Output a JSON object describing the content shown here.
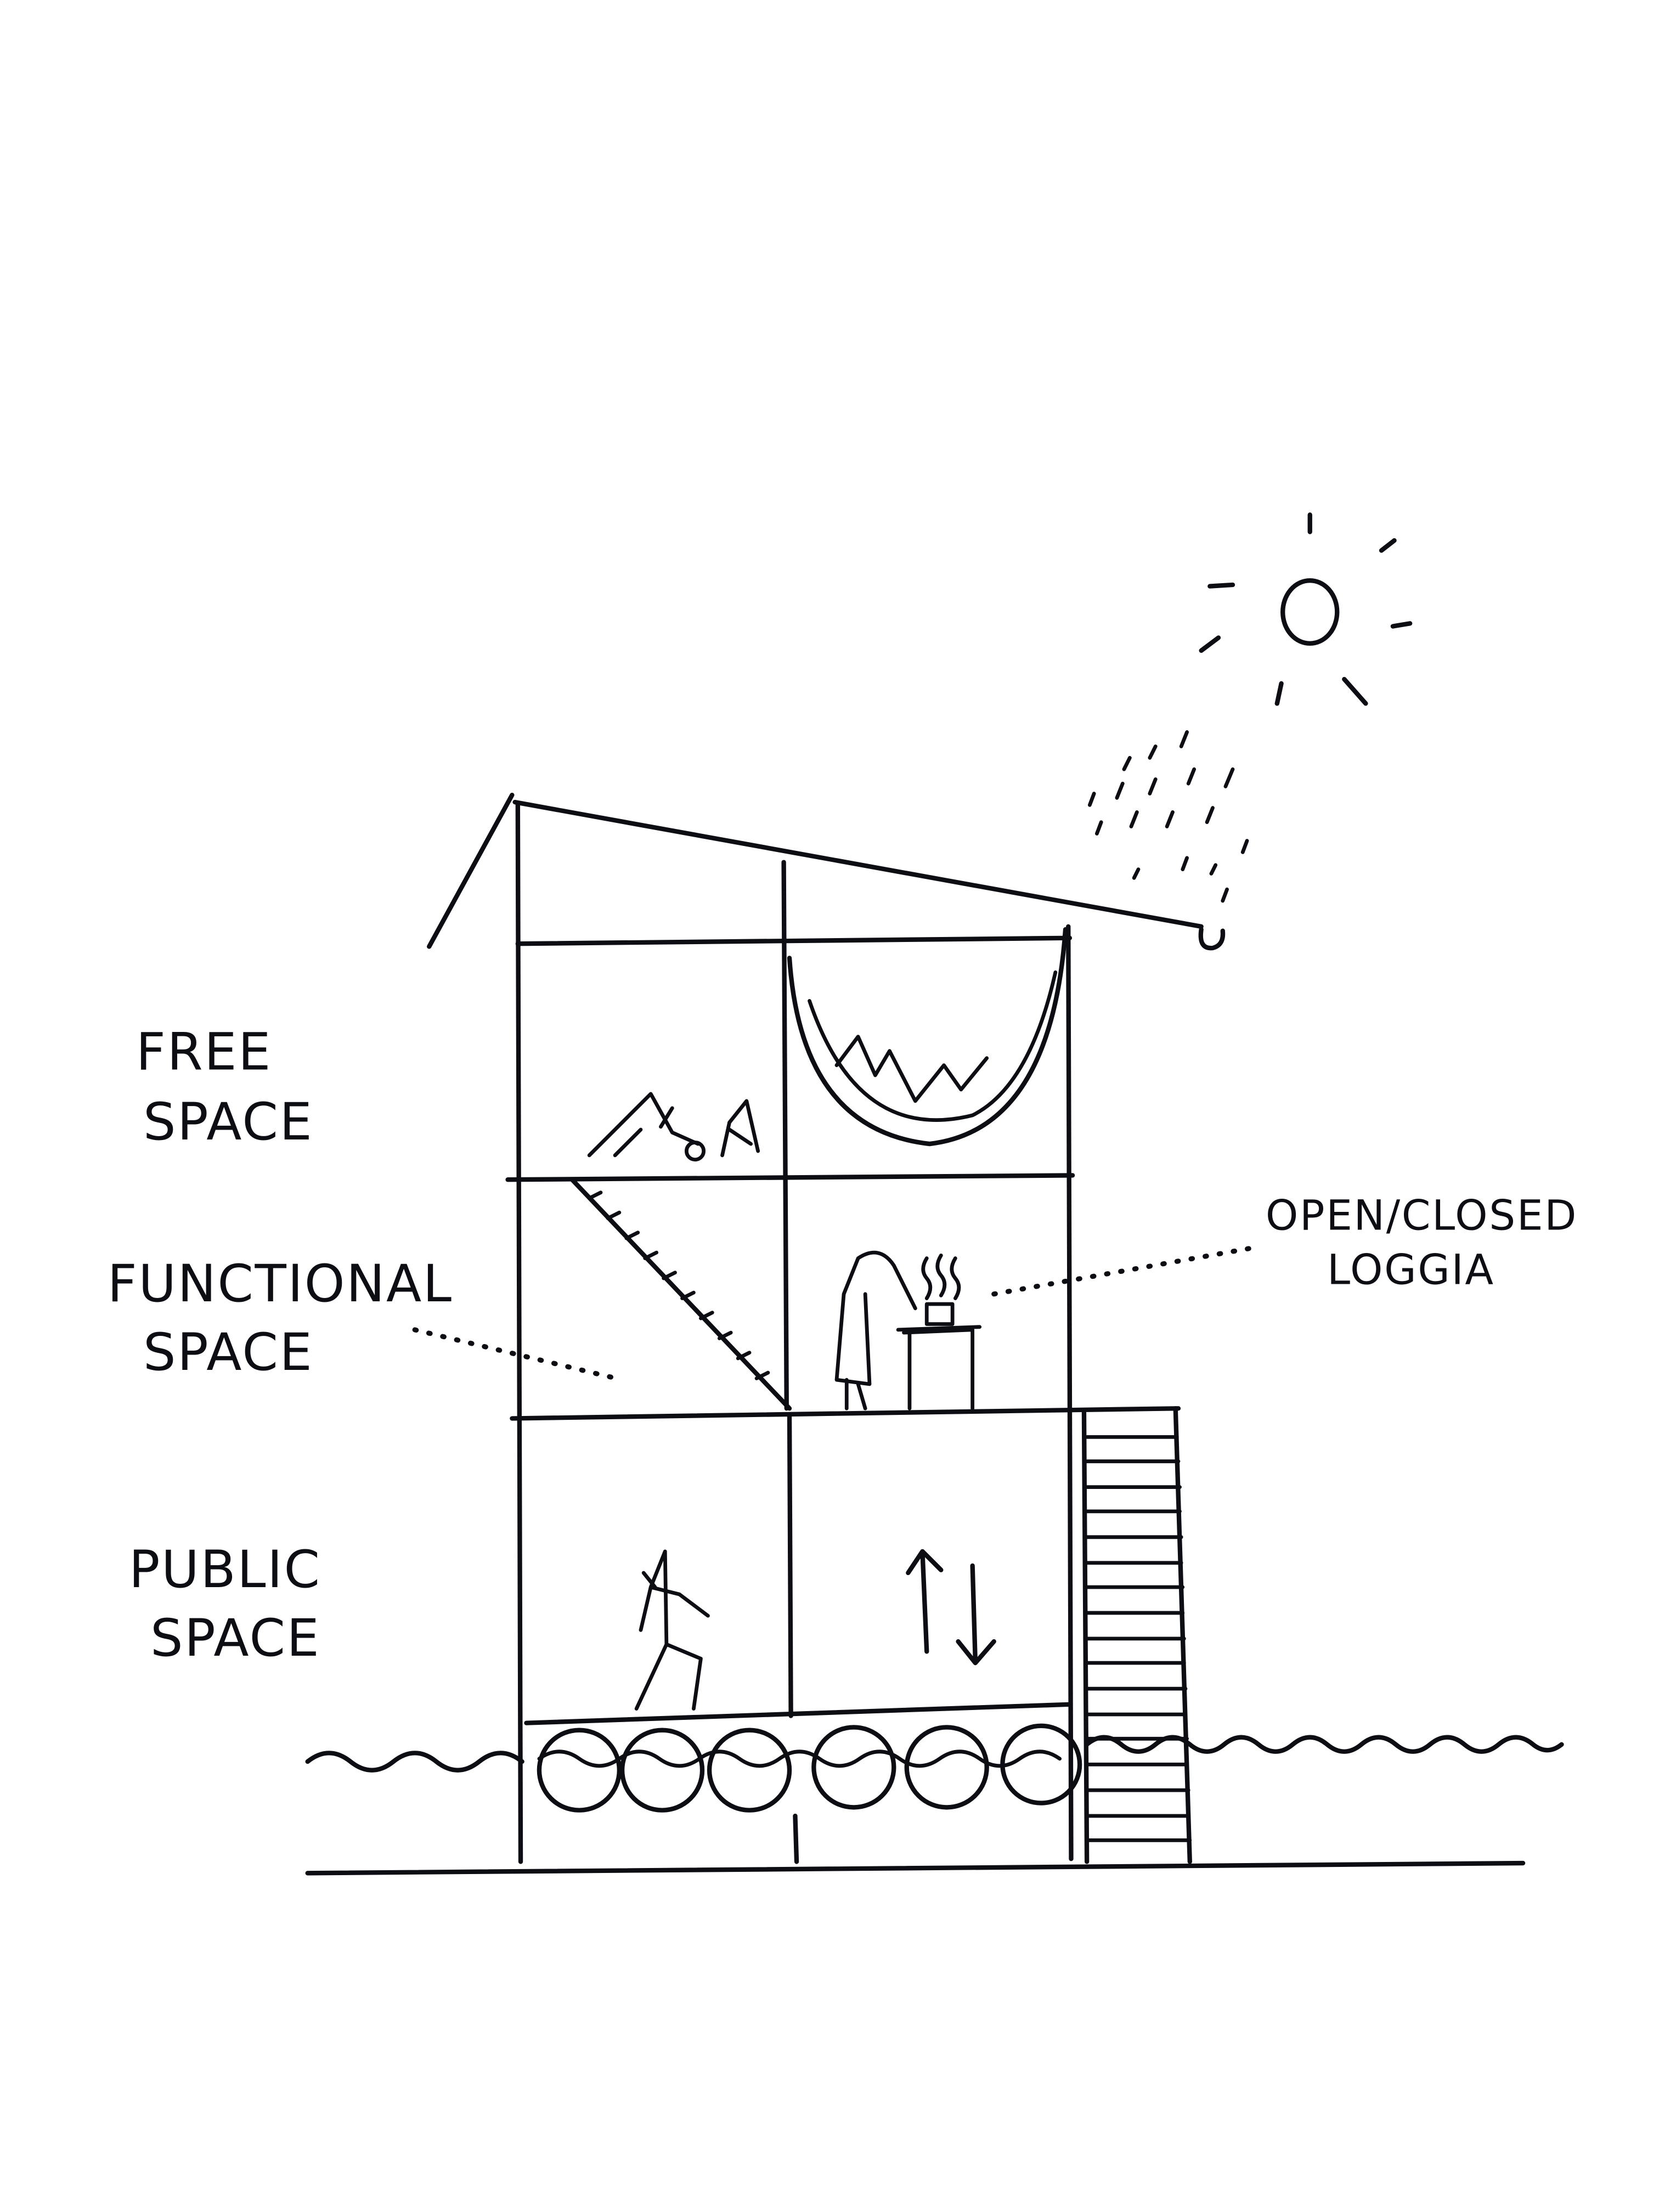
{
  "labels": {
    "free_space": [
      "FREE",
      "SPACE"
    ],
    "functional_space": [
      "FUNCTIONAL",
      "SPACE"
    ],
    "public_space": [
      "PUBLIC",
      "SPACE"
    ],
    "loggia": [
      "OPEN/CLOSED",
      "LOGGIA"
    ]
  },
  "colors": {
    "ink": "#0d0d14",
    "paper": "#ffffff"
  }
}
